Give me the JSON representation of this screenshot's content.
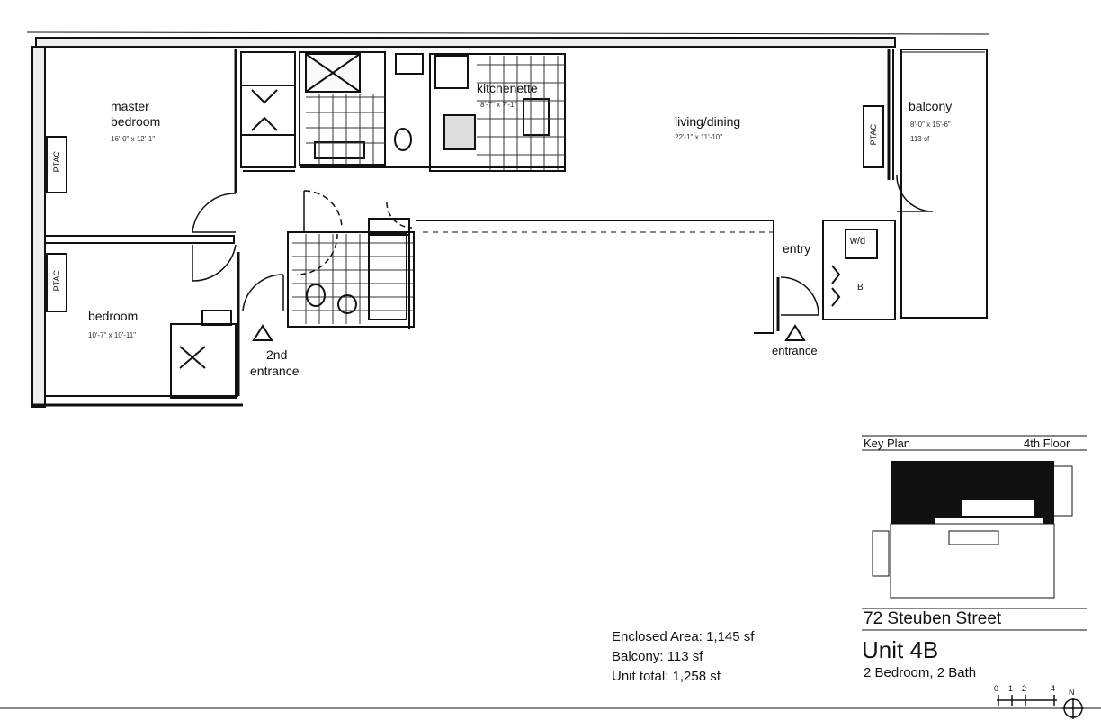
{
  "rooms": {
    "master_bedroom": {
      "line1": "master",
      "line2": "bedroom",
      "dim": "16'-0\" x 12'-1\""
    },
    "kitchenette": {
      "label": "kitchenette",
      "dim": "8'-7\" x 7'-1\""
    },
    "living_dining": {
      "label": "living/dining",
      "dim": "22'-1\" x 11'-10\""
    },
    "balcony": {
      "label": "balcony",
      "dim": "8'-0\" x 15'-6\"",
      "area": "113 sf"
    },
    "bedroom": {
      "label": "bedroom",
      "dim": "10'-7\" x 10'-11\""
    },
    "entry": "entry",
    "wd": "w/d",
    "closet": "B",
    "entrance_2nd_l1": "2nd",
    "entrance_2nd_l2": "entrance",
    "entrance_main": "entrance"
  },
  "ptac": [
    "PTAC",
    "PTAC",
    "PTAC"
  ],
  "key_plan": {
    "label": "Key Plan",
    "floor": "4th Floor"
  },
  "address": "72 Steuben Street",
  "unit": {
    "name": "Unit 4B",
    "type": "2 Bedroom, 2 Bath"
  },
  "areas": {
    "enclosed": "Enclosed Area:  1,145 sf",
    "balcony": "Balcony:  113 sf",
    "total": "Unit total:  1,258 sf"
  },
  "scale": {
    "ticks": [
      "0",
      "1",
      "2",
      "4"
    ],
    "north": "N"
  }
}
